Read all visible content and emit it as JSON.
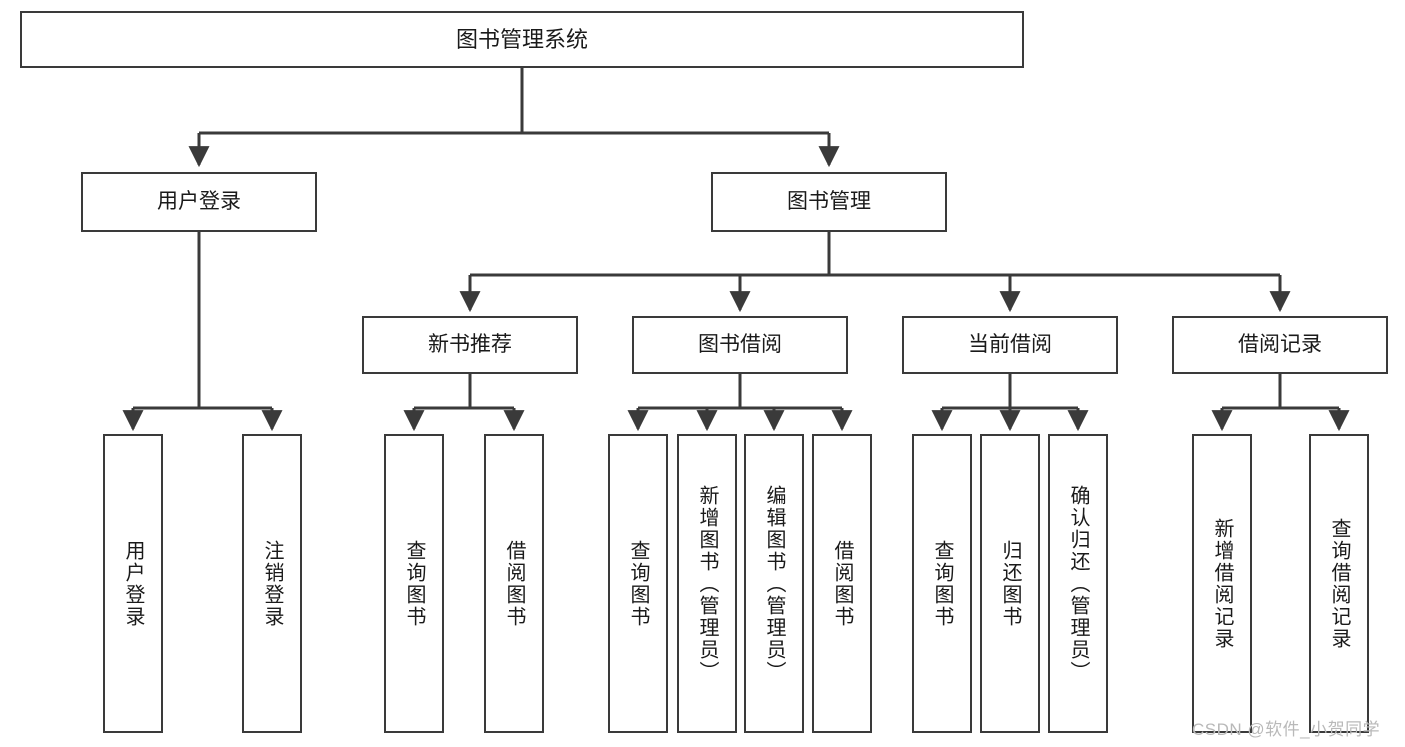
{
  "diagram": {
    "title": "图书管理系统",
    "type": "tree",
    "root": {
      "id": "root",
      "label": "图书管理系统"
    },
    "level2": [
      {
        "id": "user-login",
        "label": "用户登录"
      },
      {
        "id": "book-manage",
        "label": "图书管理"
      }
    ],
    "level3": [
      {
        "id": "new-book-rec",
        "label": "新书推荐",
        "parent": "book-manage"
      },
      {
        "id": "book-borrow",
        "label": "图书借阅",
        "parent": "book-manage"
      },
      {
        "id": "current-borrow",
        "label": "当前借阅",
        "parent": "book-manage"
      },
      {
        "id": "borrow-record",
        "label": "借阅记录",
        "parent": "book-manage"
      }
    ],
    "leaves": {
      "user-login": [
        {
          "id": "leaf-user-login",
          "label": "用户登录"
        },
        {
          "id": "leaf-logout",
          "label": "注销登录"
        }
      ],
      "new-book-rec": [
        {
          "id": "leaf-query-book-1",
          "label": "查询图书"
        },
        {
          "id": "leaf-borrow-book-1",
          "label": "借阅图书"
        }
      ],
      "book-borrow": [
        {
          "id": "leaf-query-book-2",
          "label": "查询图书"
        },
        {
          "id": "leaf-add-book",
          "label": "新增图书（管理员）"
        },
        {
          "id": "leaf-edit-book",
          "label": "编辑图书（管理员）"
        },
        {
          "id": "leaf-borrow-book-2",
          "label": "借阅图书"
        }
      ],
      "current-borrow": [
        {
          "id": "leaf-query-book-3",
          "label": "查询图书"
        },
        {
          "id": "leaf-return-book",
          "label": "归还图书"
        },
        {
          "id": "leaf-confirm-return",
          "label": "确认归还（管理员）"
        }
      ],
      "borrow-record": [
        {
          "id": "leaf-add-record",
          "label": "新增借阅记录"
        },
        {
          "id": "leaf-query-record",
          "label": "查询借阅记录"
        }
      ]
    }
  },
  "watermark": {
    "text": "CSDN @软件_小贺同学"
  },
  "colors": {
    "stroke": "#3a3a3a",
    "fill": "#ffffff",
    "text": "#1a1a1a",
    "watermark": "#b9b9b9"
  }
}
